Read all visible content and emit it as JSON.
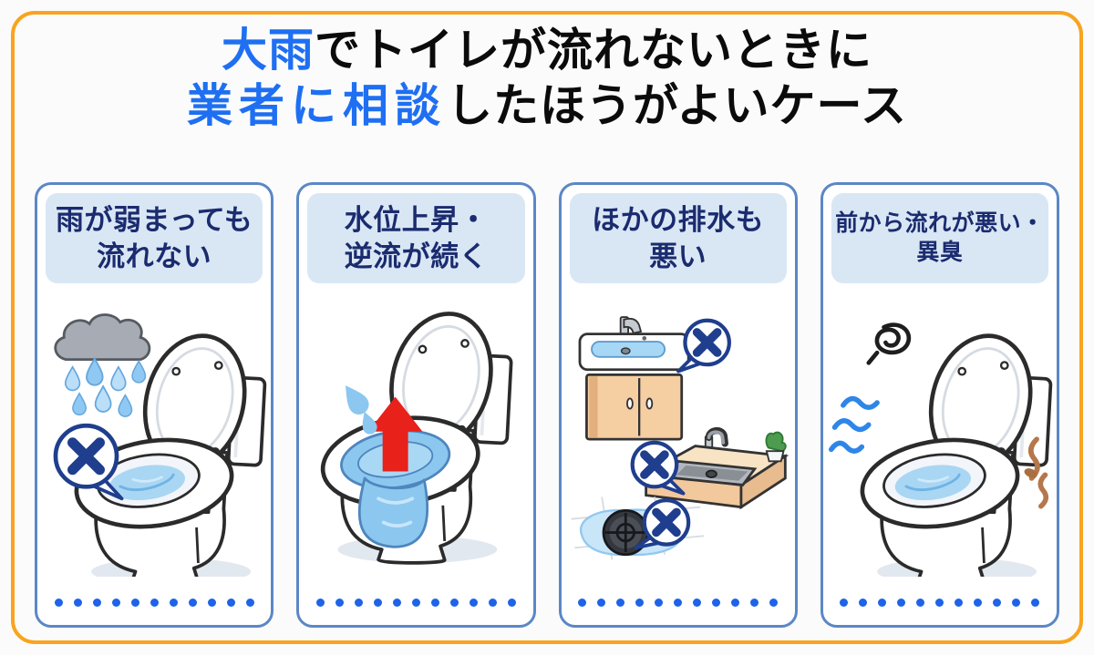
{
  "frame": {
    "border_color": "#F8A41F",
    "background": "#FBFBFB"
  },
  "title": {
    "line1": {
      "highlight": "大雨",
      "rest": "でトイレが流れないときに"
    },
    "line2": {
      "highlight": "業者に相談",
      "rest": "したほうがよいケース"
    },
    "highlight_color": "#1E6FF2",
    "text_color": "#0B0B0B"
  },
  "panels": [
    {
      "heading_line1": "雨が弱まっても",
      "heading_line2": "流れない",
      "illustration": "toilet-not-flushing-under-rain",
      "icons": [
        "rain-cloud-icon",
        "raindrops-icon",
        "cross-speech-bubble-icon",
        "toilet-icon"
      ]
    },
    {
      "heading_line1": "水位上昇・",
      "heading_line2": "逆流が続く",
      "illustration": "toilet-water-rising-backflow",
      "icons": [
        "splash-drops-icon",
        "up-arrow-icon",
        "toilet-overflowing-icon"
      ]
    },
    {
      "heading_line1": "ほかの排水も",
      "heading_line2": "悪い",
      "illustration": "other-drains-also-blocked",
      "icons": [
        "bathroom-sink-icon",
        "kitchen-sink-icon",
        "floor-drain-icon",
        "cross-speech-bubble-icon"
      ]
    },
    {
      "heading_line1": "前から流れが悪い・",
      "heading_line2": "異臭",
      "illustration": "toilet-chronic-bad-flow-and-odor",
      "icons": [
        "stink-swirl-icon",
        "slow-flow-waves-icon",
        "odor-waves-icon",
        "toilet-icon"
      ]
    }
  ],
  "panel_style": {
    "border_color": "#5B87C6",
    "header_background": "#D9E7F5",
    "header_text_color": "#1B2B6F",
    "dot_color": "#1E63E8",
    "dots_per_panel": 11
  },
  "palette": {
    "water_light": "#A9D6F3",
    "water_deep": "#8CC7EF",
    "alert_red": "#E8211B",
    "bubble_navy": "#1F3E8E",
    "cloud_gray": "#A7ACB4",
    "cabinet_tan": "#F5CEA2",
    "counter_tan": "#F2C89D",
    "plant_green": "#4C9B4F",
    "odor_brown": "#B5774B",
    "wave_blue": "#2E86E8",
    "outline_dark": "#2B2B2B"
  }
}
